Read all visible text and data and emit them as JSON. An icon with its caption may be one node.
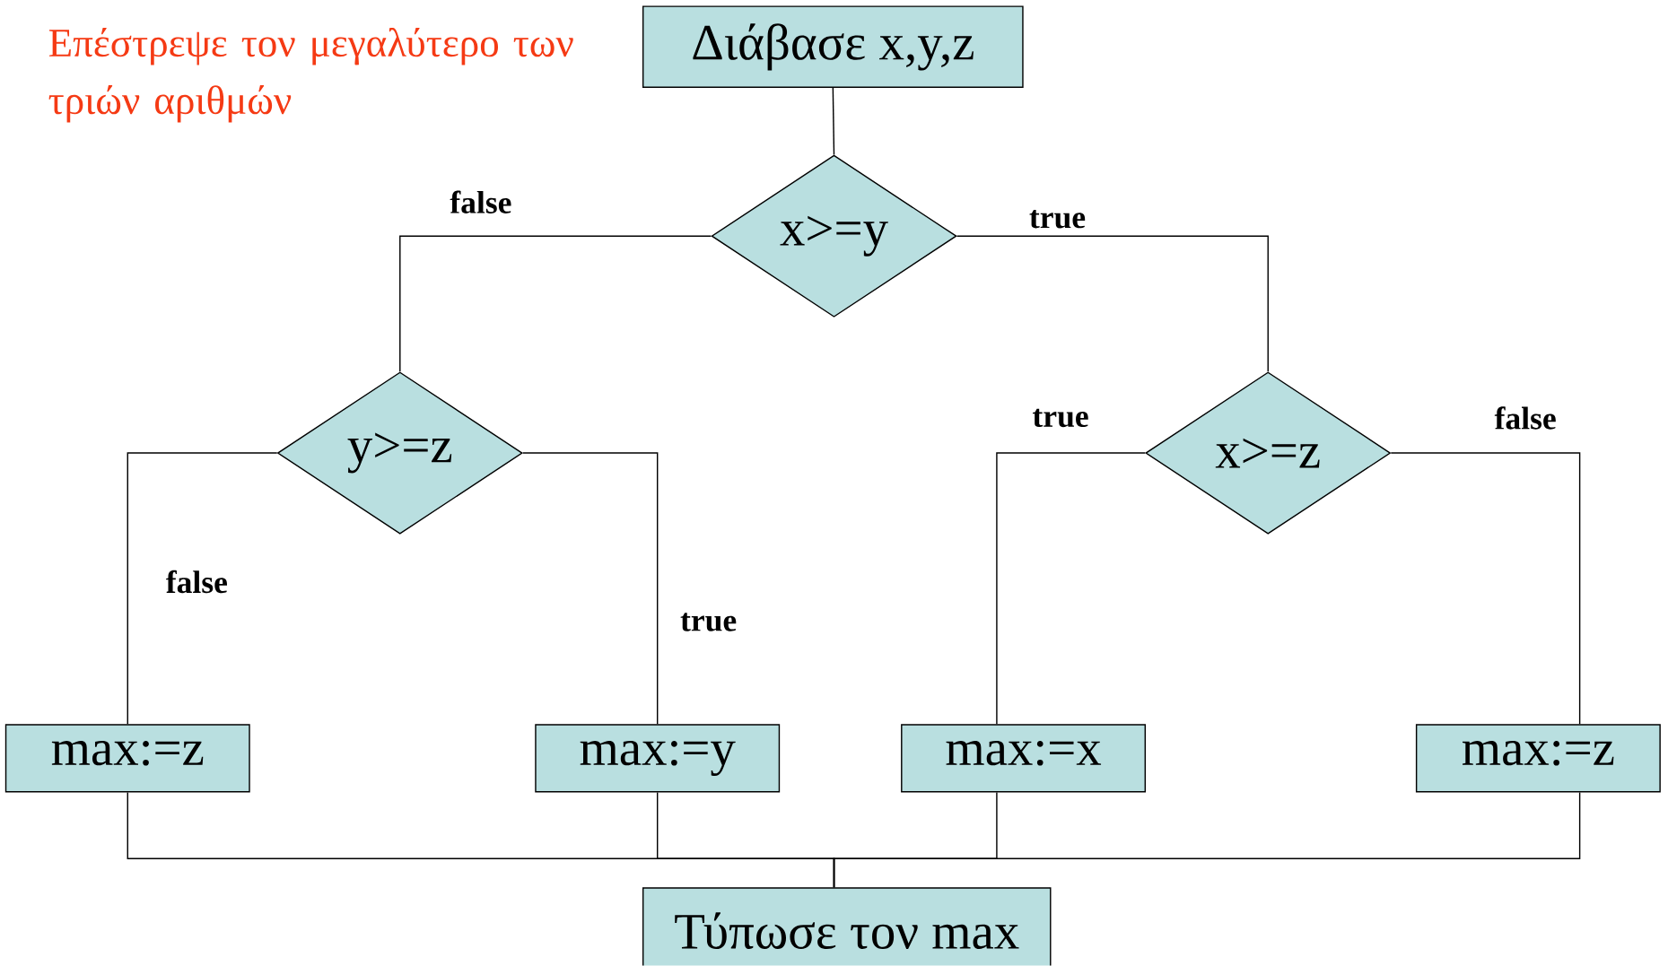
{
  "diagram": {
    "title": "Επέστρεψε τον μεγαλύτερο των τριών αριθμών",
    "nodes": [
      {
        "text": [
          "Διάβασε x,y,z"
        ]
      },
      {
        "text": [
          "x>=y"
        ]
      },
      {
        "text": [
          "y>=z"
        ]
      },
      {
        "text": [
          "x>=z"
        ]
      },
      {
        "text": [
          "max:=z"
        ]
      },
      {
        "text": [
          "max:=y"
        ]
      },
      {
        "text": [
          "max:=x"
        ]
      },
      {
        "text": [
          "max:=z"
        ]
      },
      {
        "text": [
          "Τύπωσε τον max"
        ]
      }
    ],
    "edges": [
      {
        "from": 0,
        "to": 1,
        "arrow": "none"
      },
      {
        "from": 1,
        "to": 2,
        "arrow": "none",
        "label": "false"
      },
      {
        "from": 1,
        "to": 3,
        "arrow": "none",
        "label": "true"
      },
      {
        "from": 2,
        "to": 4,
        "arrow": "none",
        "label": "false"
      },
      {
        "from": 2,
        "to": 5,
        "arrow": "none",
        "label": "true"
      },
      {
        "from": 3,
        "to": 6,
        "arrow": "none",
        "label": "true"
      },
      {
        "from": 3,
        "to": 7,
        "arrow": "none",
        "label": "false"
      },
      {
        "from": 4,
        "to": 8,
        "arrow": "none"
      },
      {
        "from": 5,
        "to": 8,
        "arrow": "none"
      },
      {
        "from": 6,
        "to": 8,
        "arrow": "none"
      },
      {
        "from": 7,
        "to": 8,
        "arrow": "none"
      }
    ]
  }
}
